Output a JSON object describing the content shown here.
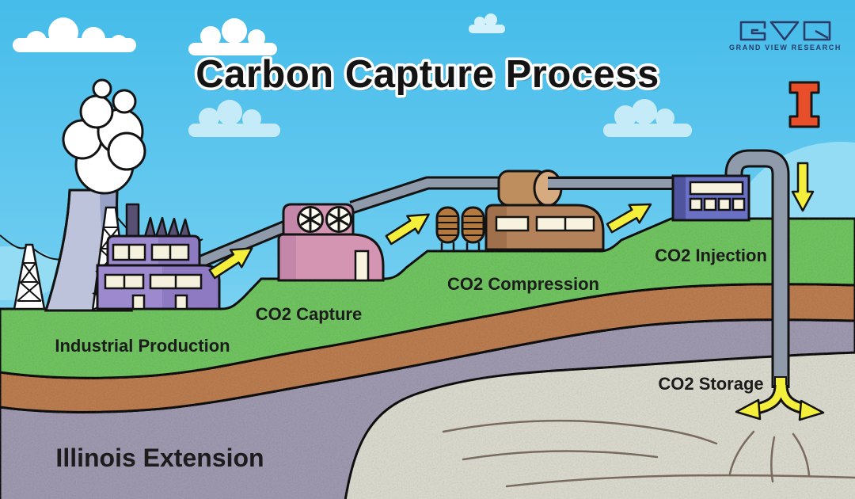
{
  "title": "Carbon Capture Process",
  "brand": {
    "monogram": "GVR",
    "name": "GRAND VIEW RESEARCH"
  },
  "stages": {
    "industrial_production": "Industrial Production",
    "co2_capture": "CO2 Capture",
    "co2_compression": "CO2 Compression",
    "co2_injection": "CO2 Injection",
    "co2_storage": "CO2 Storage"
  },
  "caption": "Illinois Extension",
  "icons": {
    "block_i": "illinois-block-i",
    "flow_arrow": "yellow-process-arrow",
    "fan": "capture-fan",
    "cloud": "cloud",
    "smoke": "smoke-puffs"
  },
  "colors": {
    "sky_top": "#45BCEA",
    "sky_bottom": "#C2EDFB",
    "grass": "#6FC261",
    "dirt": "#B97B50",
    "bedrock_blue": "#9D98AE",
    "storage_rock": "#D9D8CC",
    "pipe_gray": "#8F9BAB",
    "arrow_yellow": "#F4EF3A",
    "factory_purple": "#9C89CE",
    "capture_pink": "#D495B3",
    "compression_brown": "#B3815A",
    "injection_blue": "#6A70C4",
    "block_i_red": "#E84E2A",
    "logo_navy": "#2B3A67",
    "label_ink": "#1C1C1C"
  }
}
